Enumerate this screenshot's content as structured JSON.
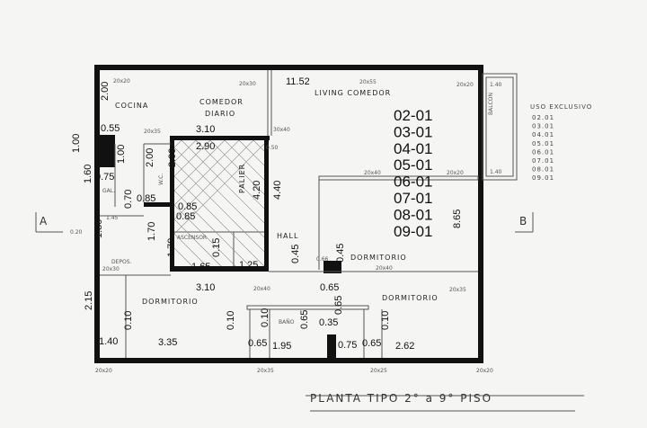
{
  "title": "PLANTA TIPO 2° a 9° PISO",
  "rooms": {
    "cocina": "COCINA",
    "comedor": "COMEDOR",
    "diario": "DIARIO",
    "living": "LIVING COMEDOR",
    "hall": "HALL",
    "palier": "PALIER",
    "ascensor": "ASCENSOR",
    "depos": "DEPOS.",
    "gal": "GAL.",
    "wc": "W.C.",
    "dormitorio1": "DORMITORIO",
    "dormitorio2": "DORMITORIO",
    "dormitorio3": "DORMITORIO",
    "bano": "BAÑO",
    "balcon": "BALCON"
  },
  "units": [
    "02-01",
    "03-01",
    "04-01",
    "05-01",
    "06-01",
    "07-01",
    "08-01",
    "09-01"
  ],
  "uso_exclusivo": {
    "heading": "USO EXCLUSIVO",
    "items": [
      "02.01",
      "03.01",
      "04.01",
      "05.01",
      "06.01",
      "07.01",
      "08.01",
      "09.01"
    ]
  },
  "sections": {
    "a": "A",
    "b": "B"
  },
  "dimensions": {
    "d1152": "11.52",
    "d310a": "3.10",
    "d290": "2.90",
    "d055": "0.55",
    "d200a": "2.00",
    "d100a": "1.00",
    "d100b": "1.00",
    "d075": "0.75",
    "d160": "1.60",
    "d200b": "2.00",
    "d200c": "2.00",
    "d085a": "0.85",
    "d085b": "0.85",
    "d085c": "0.85",
    "d070": "0.70",
    "d145": "1.45",
    "d050": "0.50",
    "d420": "4.20",
    "d440": "4.40",
    "d865": "8.65",
    "d140a": "1.40",
    "d140b": "1.40",
    "d180": "1.80",
    "d170a": "1.70",
    "d170b": "1.70",
    "d165": "1.65",
    "d015": "0.15",
    "d125": "1.25",
    "d310b": "3.10",
    "d066": "0.66",
    "d045a": "0.45",
    "d045b": "0.45",
    "d065a": "0.65",
    "d215": "2.15",
    "d140c": "1.40",
    "d010a": "0.10",
    "d335": "3.35",
    "d010b": "0.10",
    "d065b": "0.65",
    "d010c": "0.10",
    "d195": "1.95",
    "d065c": "0.65",
    "d035": "0.35",
    "d065d": "0.65",
    "d075b": "0.75",
    "d065e": "0.65",
    "d010d": "0.10",
    "d262": "2.62",
    "d020": "0.20"
  },
  "columns": {
    "c1": "20x20",
    "c2": "20x30",
    "c3": "20x55",
    "c4": "20x20",
    "c5": "30x40",
    "c6": "20x35",
    "c7": "20x40",
    "c8": "20x20",
    "c9": "20x30",
    "c10": "20x40",
    "c11": "20x40",
    "c12": "20x35",
    "c13": "20x20",
    "c14": "20x35",
    "c15": "20x25",
    "c16": "20x20"
  }
}
